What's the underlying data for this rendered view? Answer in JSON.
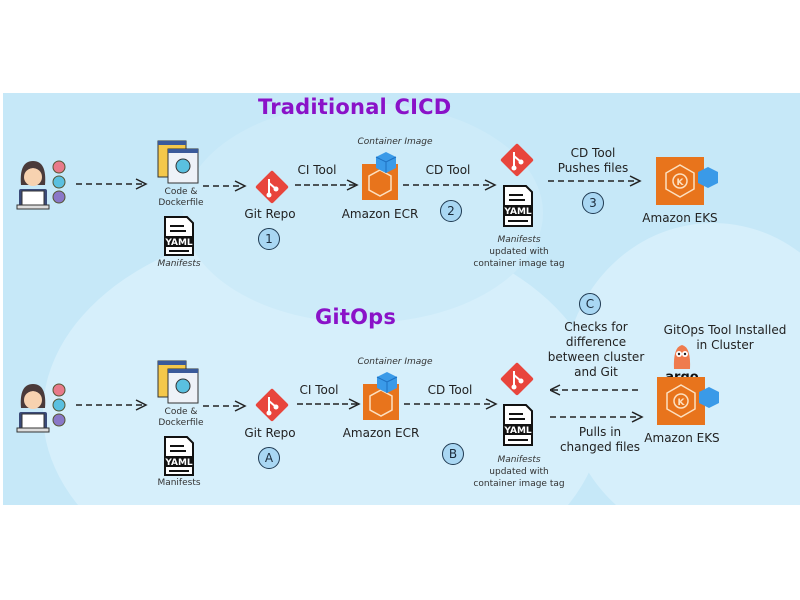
{
  "sections": {
    "traditional": {
      "title": "Traditional CICD",
      "developer": {
        "icon": "developer-icon"
      },
      "code_label_1": "Code &",
      "code_label_2": "Dockerfile",
      "manifests_label": "Manifests",
      "git_repo_label": "Git Repo",
      "ci_tool_label": "CI Tool",
      "container_image_label": "Container Image",
      "ecr_label": "Amazon ECR",
      "cd_tool_label": "CD Tool",
      "manifests_updated": [
        "Manifests",
        "updated with",
        "container image tag"
      ],
      "cd_push_label_1": "CD Tool",
      "cd_push_label_2": "Pushes files",
      "eks_label": "Amazon EKS",
      "steps": [
        "1",
        "2",
        "3"
      ]
    },
    "gitops": {
      "title": "GitOps",
      "code_label_1": "Code &",
      "code_label_2": "Dockerfile",
      "manifests_label": "Manifests",
      "git_repo_label": "Git Repo",
      "ci_tool_label": "CI Tool",
      "container_image_label": "Container Image",
      "ecr_label": "Amazon ECR",
      "cd_tool_label": "CD Tool",
      "manifests_updated": [
        "Manifests",
        "updated with",
        "container image tag"
      ],
      "checks_label": [
        "Checks for",
        "difference",
        "between cluster",
        "and Git"
      ],
      "pulls_label": [
        "Pulls in",
        "changed files"
      ],
      "gitops_tool_label": [
        "GitOps Tool Installed",
        "in Cluster"
      ],
      "argo_label": "argo",
      "eks_label": "Amazon EKS",
      "steps": [
        "A",
        "B",
        "C"
      ]
    }
  },
  "colors": {
    "title": "#8a12c8",
    "panel": "#c6e8f8",
    "aws_orange": "#e8741c",
    "git_red": "#e8453c",
    "cube_blue": "#3a9ae8",
    "step_circle": "#a9d7f3"
  }
}
